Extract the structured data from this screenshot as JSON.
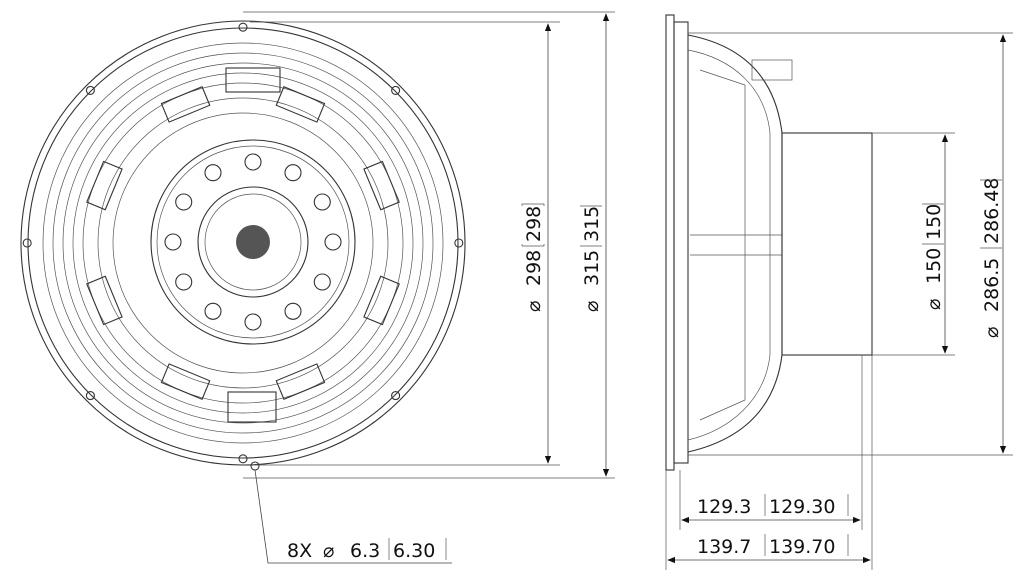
{
  "dimensions": {
    "front_inner_diameter": {
      "metric": "298",
      "bracket": "298"
    },
    "front_outer_diameter": {
      "metric": "315",
      "bracket": "315"
    },
    "magnet_diameter": {
      "metric": "150",
      "bracket": "150"
    },
    "frame_diameter": {
      "metric": "286.5",
      "bracket": "286.48"
    },
    "depth_frame": {
      "metric": "129.3",
      "bracket": "129.30"
    },
    "depth_total": {
      "metric": "139.7",
      "bracket": "139.70"
    },
    "mounting_holes": {
      "count": "8X",
      "metric": "6.3",
      "bracket": "6.30"
    }
  },
  "symbols": {
    "diameter": "diameter-symbol"
  },
  "colors": {
    "line": "#333333",
    "background": "#ffffff"
  }
}
